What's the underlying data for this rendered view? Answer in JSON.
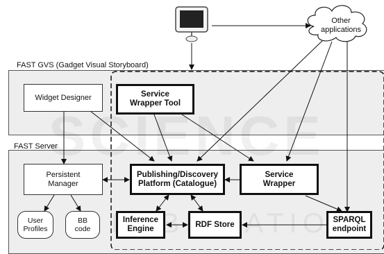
{
  "sections": {
    "gvs_label": "FAST GVS (Gadget Visual Storyboard)",
    "server_label": "FAST Server"
  },
  "nodes": {
    "widget_designer": "Widget Designer",
    "service_wrapper_tool": "Service\nWrapper Tool",
    "persistent_manager": "Persistent\nManager",
    "publishing_platform": "Publishing/Discovery\nPlatform (Catalogue)",
    "service_wrapper": "Service\nWrapper",
    "user_profiles": "User\nProfiles",
    "bb_code": "BB\ncode",
    "inference_engine": "Inference\nEngine",
    "rdf_store": "RDF Store",
    "sparql_endpoint": "SPARQL\nendpoint",
    "other_applications": "Other\napplications"
  },
  "watermark": {
    "big": "SCIENCE",
    "small": "PUBLICATIONS"
  },
  "colors": {
    "panel_fill": "#eeeeee",
    "line": "#111111"
  },
  "icons": {
    "computer": "monitor-icon",
    "cloud": "cloud-icon"
  }
}
